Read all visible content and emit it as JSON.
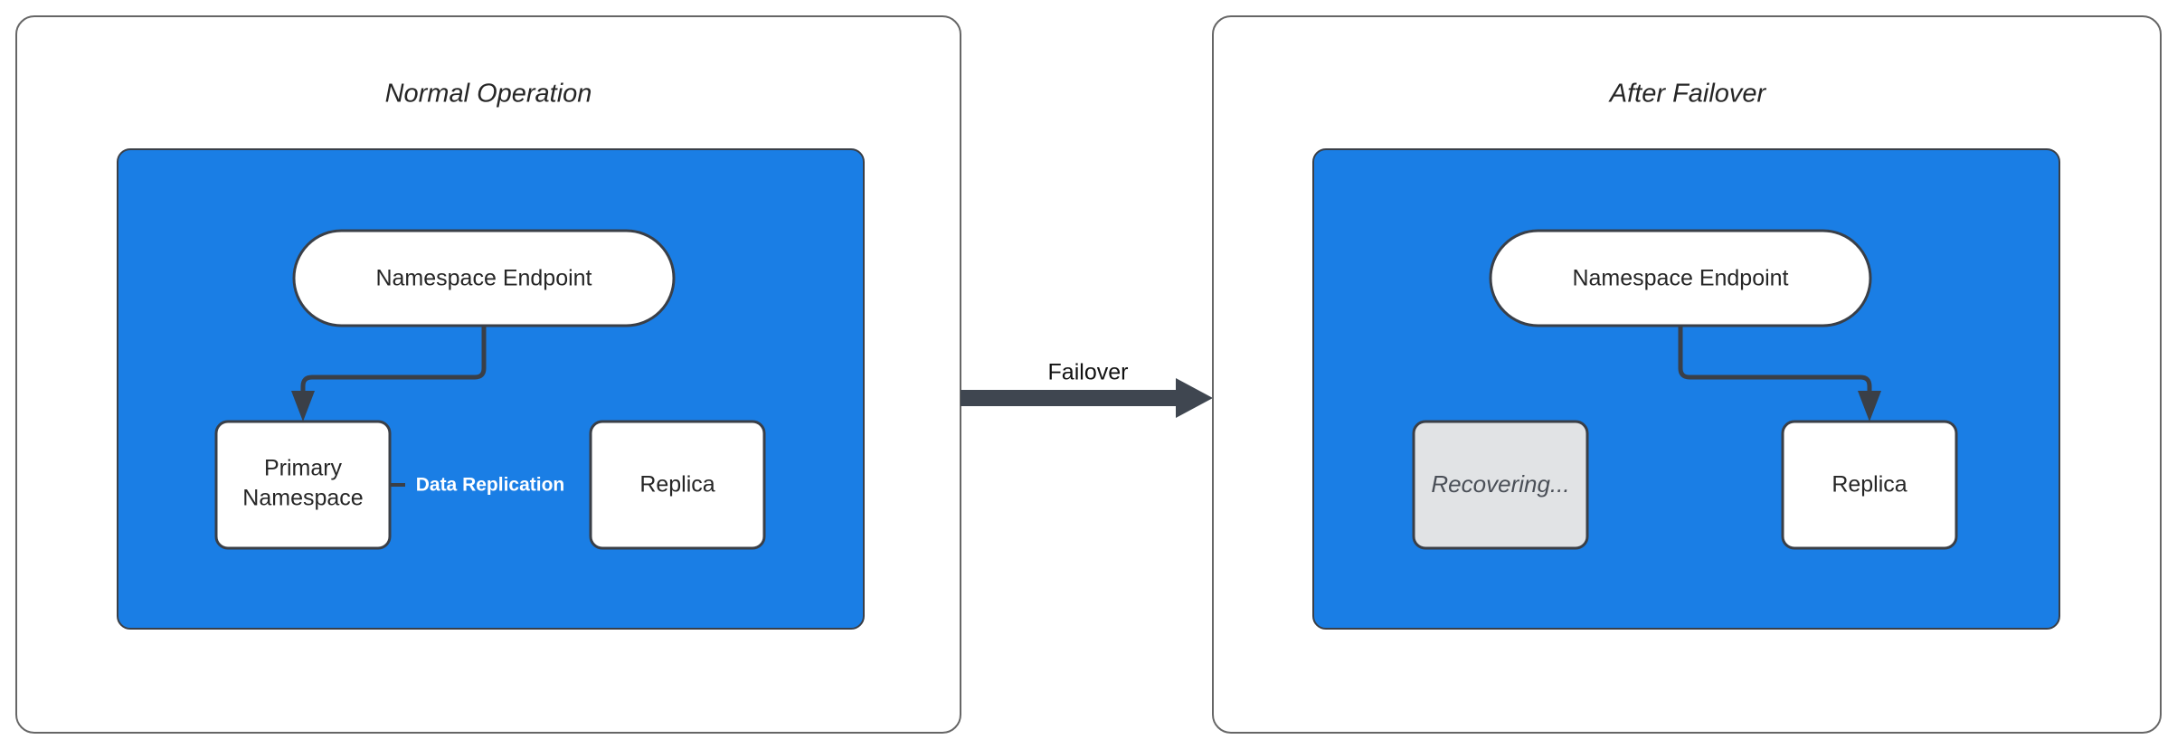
{
  "diagram": {
    "type": "failover-architecture-diagram",
    "background_color": "#ffffff",
    "accent_color": "#1a7ee5",
    "stroke_color": "#3a3f47",
    "disabled_fill": "#e1e3e5",
    "panels": [
      {
        "id": "normal-operation",
        "title": "Normal Operation",
        "nodes": [
          {
            "id": "endpoint-left",
            "label": "Namespace Endpoint",
            "shape": "pill",
            "state": "active"
          },
          {
            "id": "primary-namespace",
            "label": "Primary Namespace",
            "shape": "rect",
            "state": "active"
          },
          {
            "id": "replica-left",
            "label": "Replica",
            "shape": "rect",
            "state": "active"
          }
        ],
        "edges": [
          {
            "from": "endpoint-left",
            "to": "primary-namespace",
            "label": ""
          },
          {
            "from": "primary-namespace",
            "to": "replica-left",
            "label": "Data Replication"
          }
        ]
      },
      {
        "id": "after-failover",
        "title": "After Failover",
        "nodes": [
          {
            "id": "endpoint-right",
            "label": "Namespace Endpoint",
            "shape": "pill",
            "state": "active"
          },
          {
            "id": "recovering",
            "label": "Recovering...",
            "shape": "rect",
            "state": "disabled"
          },
          {
            "id": "replica-right",
            "label": "Replica",
            "shape": "rect",
            "state": "active"
          }
        ],
        "edges": [
          {
            "from": "endpoint-right",
            "to": "replica-right",
            "label": ""
          }
        ]
      }
    ],
    "transition": {
      "label": "Failover",
      "direction": "left-to-right"
    }
  }
}
